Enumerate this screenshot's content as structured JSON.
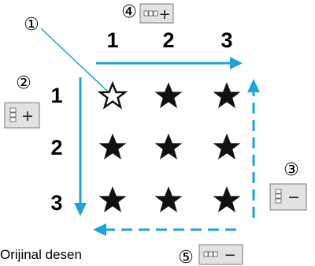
{
  "columns": [
    "1",
    "2",
    "3"
  ],
  "rows": [
    "1",
    "2",
    "3"
  ],
  "callouts": {
    "c1": "①",
    "c2": "②",
    "c3": "③",
    "c4": "④",
    "c5": "⑤"
  },
  "buttons": {
    "add_column": "+",
    "add_row": "+",
    "remove_row": "−",
    "remove_column": "−"
  },
  "caption": "Orijinal desen",
  "grid": {
    "star_count": 9,
    "outlined_star": {
      "row": 1,
      "col": 1
    }
  },
  "colors": {
    "arrow": "#1aa3dd",
    "star": "#111111",
    "button_bg": "#e2e2e2",
    "button_border": "#7a7a7a"
  },
  "icons": [
    "star-icon",
    "outlined-star-icon",
    "column-boxes-icon",
    "row-boxes-icon"
  ]
}
